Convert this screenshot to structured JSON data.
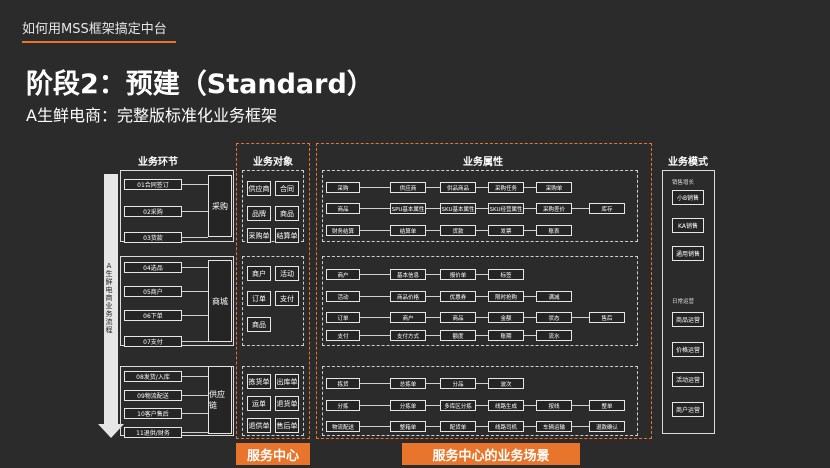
{
  "header": {
    "tag": "如何用MSS框架搞定中台",
    "title": "阶段2：预建（Standard）",
    "subtitle": "A生鲜电商：完整版标准化业务框架"
  },
  "columns": {
    "stages": "业务环节",
    "objects": "业务对象",
    "attributes": "业务属性",
    "modes": "业务模式"
  },
  "process_label": "A生鲜电商业务流程",
  "process_chars": [
    "A",
    "生",
    "鲜",
    "电",
    "商",
    "业",
    "务",
    "流",
    "程"
  ],
  "groups": [
    {
      "stage": "采购",
      "steps": [
        "01合同签订",
        "02采购",
        "03货款"
      ],
      "objects": [
        "供应商",
        "合同",
        "品牌",
        "商品",
        "采购单",
        "结算单"
      ],
      "attribute_rows": [
        [
          "采购",
          "供应商",
          "供品商品",
          "采购任务",
          "采购单"
        ],
        [
          "商品",
          "SPU基本属性",
          "SKU基本属性",
          "SKU经营属性",
          "采购差价",
          "库存"
        ],
        [
          "财务结算",
          "结算单",
          "货款",
          "发票",
          "账表"
        ]
      ]
    },
    {
      "stage": "商城",
      "steps": [
        "04选品",
        "05商户",
        "06下单",
        "07支付"
      ],
      "objects": [
        "商户",
        "活动",
        "订单",
        "支付",
        "商品"
      ],
      "attribute_rows": [
        [
          "商户",
          "基本信息",
          "报价单",
          "标签"
        ],
        [
          "活动",
          "商品价格",
          "优惠券",
          "限时抢购",
          "满减"
        ],
        [
          "订单",
          "商户",
          "商品",
          "金额",
          "状态",
          "售后"
        ],
        [
          "支付",
          "支付方式",
          "额度",
          "账期",
          "流水"
        ]
      ]
    },
    {
      "stage": "供应链",
      "steps": [
        "08发货/入库",
        "09物流配送",
        "10客户售后",
        "11退供/财务"
      ],
      "objects": [
        "拣货单",
        "出库单",
        "运单",
        "退货单",
        "退供单",
        "售后单"
      ],
      "attribute_rows": [
        [
          "拣货",
          "总拣单",
          "分品",
          "波次"
        ],
        [
          "分拣",
          "分拣单",
          "多库区分拣",
          "线路生成",
          "按线",
          "整单"
        ],
        [
          "物流配送",
          "整箱单",
          "配货单",
          "线路司机",
          "车辆运输",
          "退款确认"
        ]
      ]
    }
  ],
  "modes": [
    {
      "label": "销售增长",
      "items": [
        "小B销售",
        "KA销售",
        "通用销售"
      ]
    },
    {
      "label": "日常运营",
      "items": [
        "商品运营",
        "价格运营",
        "活动运营",
        "商户运营"
      ]
    }
  ],
  "labels": {
    "service_center": "服务中心",
    "service_scenes": "服务中心的业务场景"
  }
}
